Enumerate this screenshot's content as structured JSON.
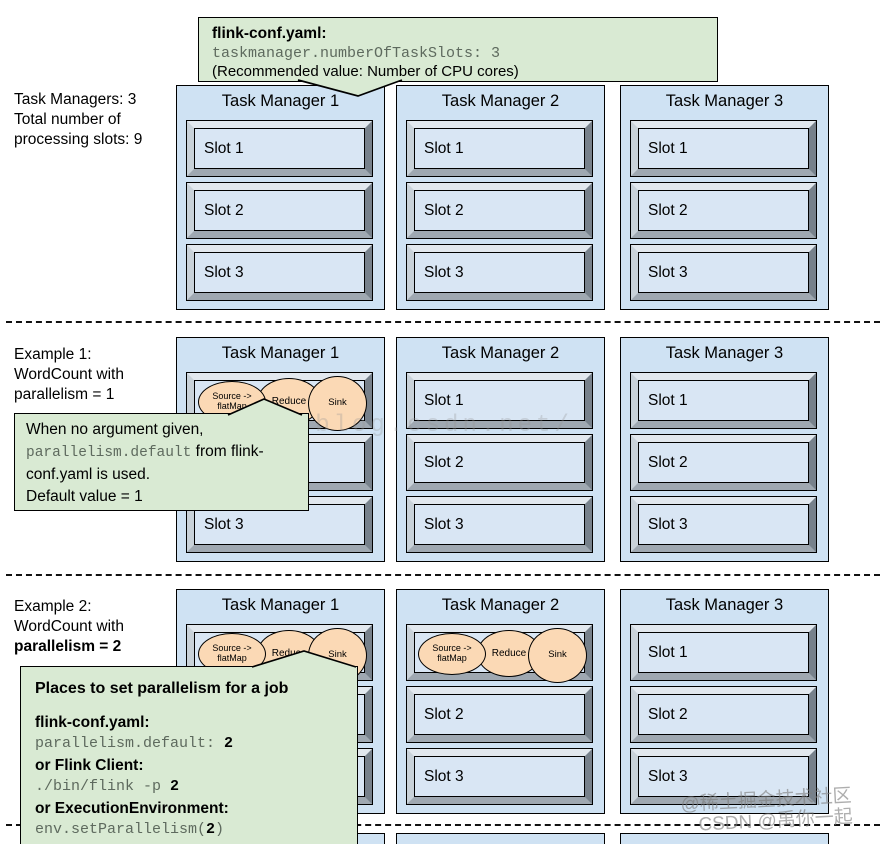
{
  "config_callout": {
    "title": "flink-conf.yaml:",
    "code": "taskmanager.numberOfTaskSlots: 3",
    "note": "(Recommended value: Number of CPU cores)"
  },
  "summary_label": {
    "line1": "Task Managers: 3",
    "line2": "Total number of",
    "line3": "processing slots: 9"
  },
  "example1_label": {
    "line1": "Example 1:",
    "line2": "WordCount with",
    "line3": "parallelism = 1"
  },
  "example2_label": {
    "line1": "Example 2:",
    "line2": "WordCount with",
    "line3": "parallelism = 2"
  },
  "example1_callout": {
    "line1": "When no argument given,",
    "code": "parallelism.default",
    "line2_suffix": " from flink-",
    "line3": "conf.yaml is used.",
    "line4": "Default value = 1"
  },
  "example2_callout": {
    "title": "Places to set parallelism for a job",
    "conf_label": "flink-conf.yaml:",
    "conf_code": "parallelism.default: ",
    "conf_value": "2",
    "client_label": "or Flink Client:",
    "client_code": "./bin/flink -p ",
    "client_value": "2",
    "env_label": "or ExecutionEnvironment:",
    "env_code_pre": "env.setParallelism(",
    "env_value": "2",
    "env_code_post": ")"
  },
  "operators": {
    "source_line1": "Source ->",
    "source_line2": "flatMap",
    "reduce": "Reduce",
    "sink": "Sink"
  },
  "rows": [
    {
      "managers": [
        {
          "title": "Task Manager 1",
          "slots": [
            "Slot 1",
            "Slot 2",
            "Slot 3"
          ]
        },
        {
          "title": "Task Manager 2",
          "slots": [
            "Slot 1",
            "Slot 2",
            "Slot 3"
          ]
        },
        {
          "title": "Task Manager 3",
          "slots": [
            "Slot 1",
            "Slot 2",
            "Slot 3"
          ]
        }
      ]
    },
    {
      "managers": [
        {
          "title": "Task Manager 1",
          "slots": [
            "",
            "",
            "Slot 3"
          ]
        },
        {
          "title": "Task Manager 2",
          "slots": [
            "Slot 1",
            "Slot 2",
            "Slot 3"
          ]
        },
        {
          "title": "Task Manager 3",
          "slots": [
            "Slot 1",
            "Slot 2",
            "Slot 3"
          ]
        }
      ]
    },
    {
      "managers": [
        {
          "title": "Task Manager 1",
          "slots": [
            "",
            "",
            ""
          ]
        },
        {
          "title": "Task Manager 2",
          "slots": [
            "",
            "Slot 2",
            "Slot 3"
          ]
        },
        {
          "title": "Task Manager 3",
          "slots": [
            "Slot 1",
            "Slot 2",
            "Slot 3"
          ]
        }
      ]
    }
  ],
  "watermarks": {
    "url": "https://blog.csdn.net/",
    "credit_line1": "@稀土掘金技术社区",
    "credit_line2": "CSDN @禹你一起"
  },
  "colors": {
    "callout_bg": "#d9ead3",
    "manager_bg": "#cfe2f3",
    "slot_bg": "#d9e6f4",
    "operator_bg": "#fbd9b5",
    "border": "#000000",
    "code_text": "#5e6a5e",
    "watermark": "#8a8a8a"
  }
}
